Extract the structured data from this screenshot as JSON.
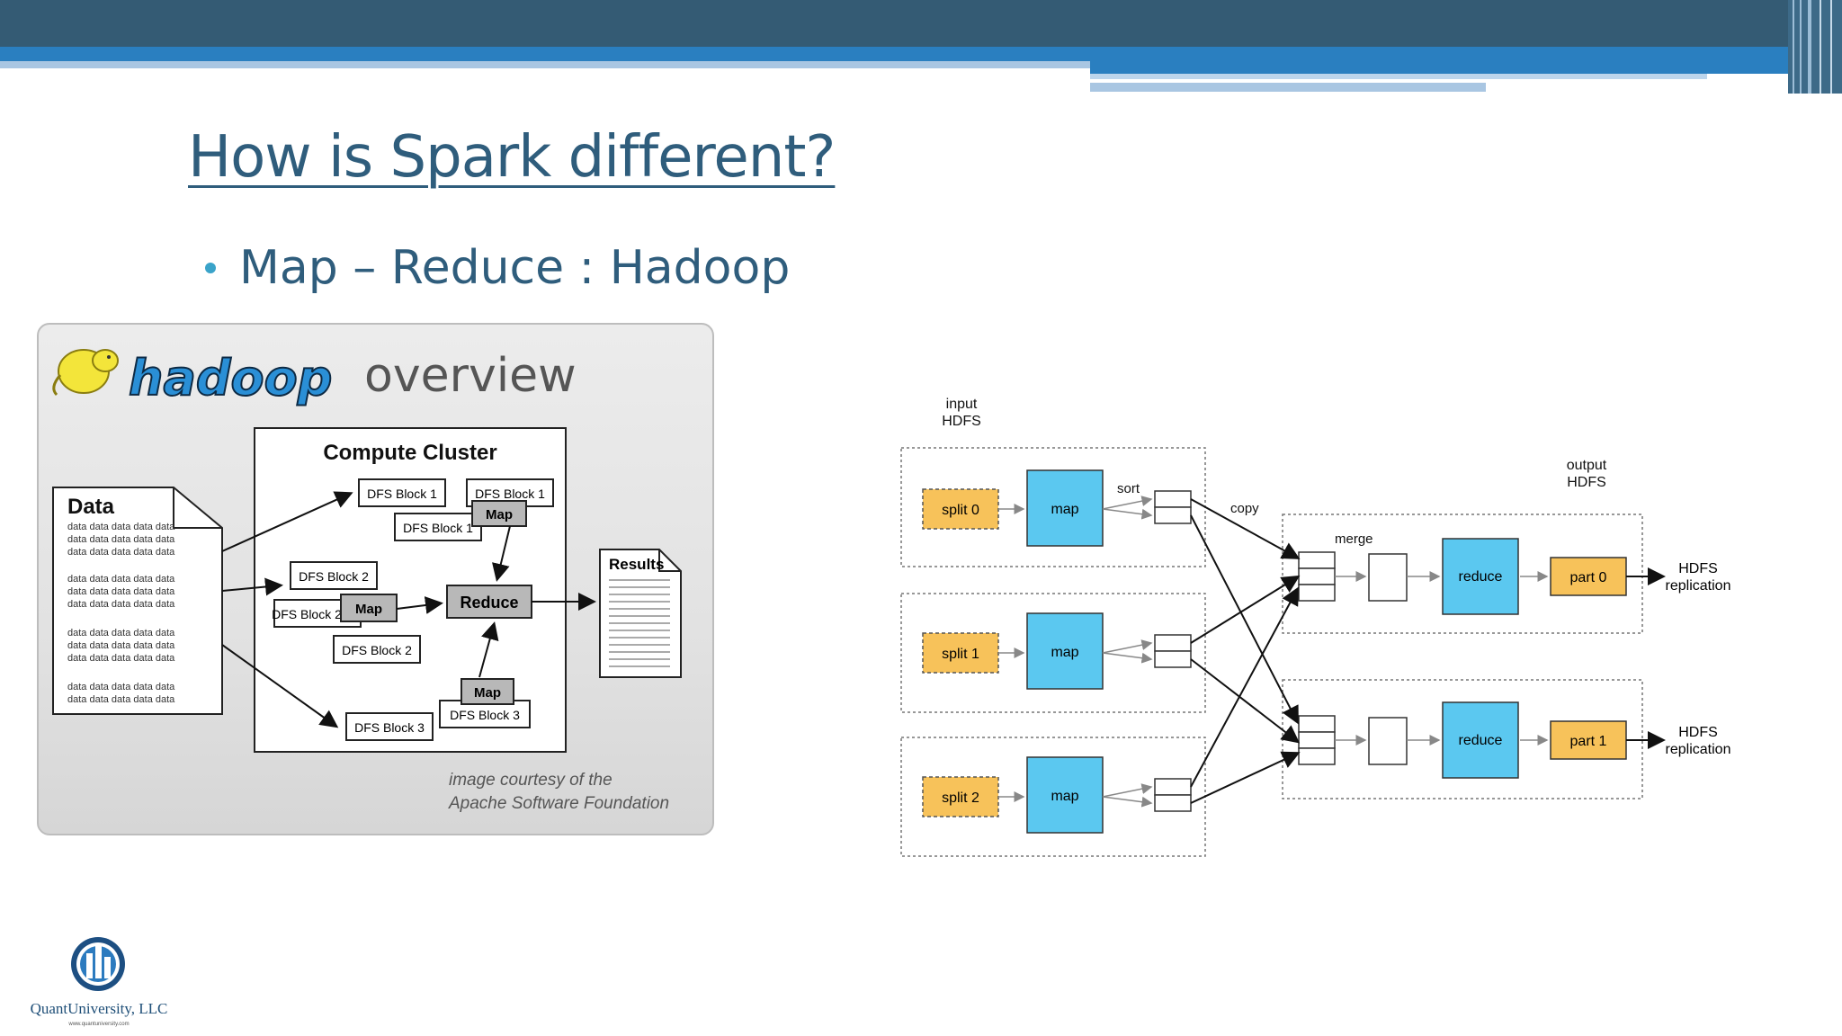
{
  "slide": {
    "title": "How is Spark different?",
    "bullet": "Map – Reduce : Hadoop"
  },
  "hadoop_overview": {
    "logo_word": "hadoop",
    "heading": "overview",
    "cluster_title": "Compute Cluster",
    "data_label": "Data",
    "data_filler": "data data data data data",
    "blocks": [
      "DFS Block 1",
      "DFS Block 1",
      "DFS Block 1",
      "DFS Block 2",
      "DFS Block 2",
      "DFS Block 2",
      "DFS Block 3",
      "DFS Block 3"
    ],
    "map_label": "Map",
    "reduce_label": "Reduce",
    "results_label": "Results",
    "credit_line1": "image courtesy of the",
    "credit_line2": "Apache Software Foundation"
  },
  "mapreduce_flow": {
    "input_label": [
      "input",
      "HDFS"
    ],
    "output_label": [
      "output",
      "HDFS"
    ],
    "splits": [
      "split 0",
      "split 1",
      "split 2"
    ],
    "map_label": "map",
    "sort_label": "sort",
    "copy_label": "copy",
    "merge_label": "merge",
    "reduce_label": "reduce",
    "parts": [
      "part 0",
      "part 1"
    ],
    "replication_label": [
      "HDFS",
      "replication"
    ]
  },
  "footer": {
    "company": "QuantUniversity, LLC",
    "url": "www.quantuniversity.com"
  },
  "colors": {
    "header_dark": "#345b74",
    "header_blue": "#2a7fc0",
    "title": "#2f5d7c",
    "bullet": "#3aa3c9",
    "map_box": "#5bc8f0",
    "split_box": "#f7c25a"
  }
}
